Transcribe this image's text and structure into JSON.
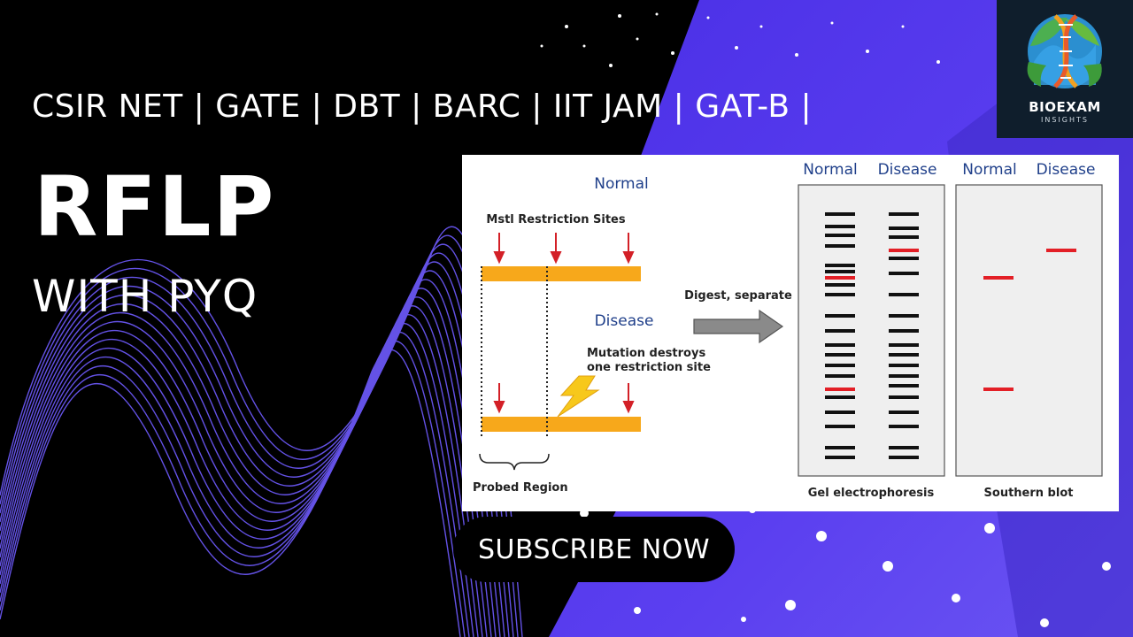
{
  "header": {
    "exams": "CSIR NET | GATE | DBT | BARC | IIT JAM | GAT-B |",
    "title": "RFLP",
    "subtitle": "WITH PYQ"
  },
  "logo": {
    "name": "BIOEXAM",
    "sub": "INSIGHTS"
  },
  "diagram": {
    "normal_label": "Normal",
    "restriction_label": "Mstl Restriction Sites",
    "disease_label": "Disease",
    "mutation_line1": "Mutation destroys",
    "mutation_line2": "one restriction site",
    "probed_label": "Probed Region",
    "arrow_label": "Digest, separate",
    "gel_normal": "Normal",
    "gel_disease": "Disease",
    "blot_normal": "Normal",
    "blot_disease": "Disease",
    "gel_caption": "Gel electrophoresis",
    "blot_caption": "Southern blot"
  },
  "subscribe_label": "SUBSCRIBE NOW",
  "colors": {
    "purple": "#5a3ff0",
    "orange": "#f7a81b",
    "red_band": "#e31f26",
    "label_blue": "#1f3f8a",
    "logo_bg": "#0f1e2c"
  }
}
